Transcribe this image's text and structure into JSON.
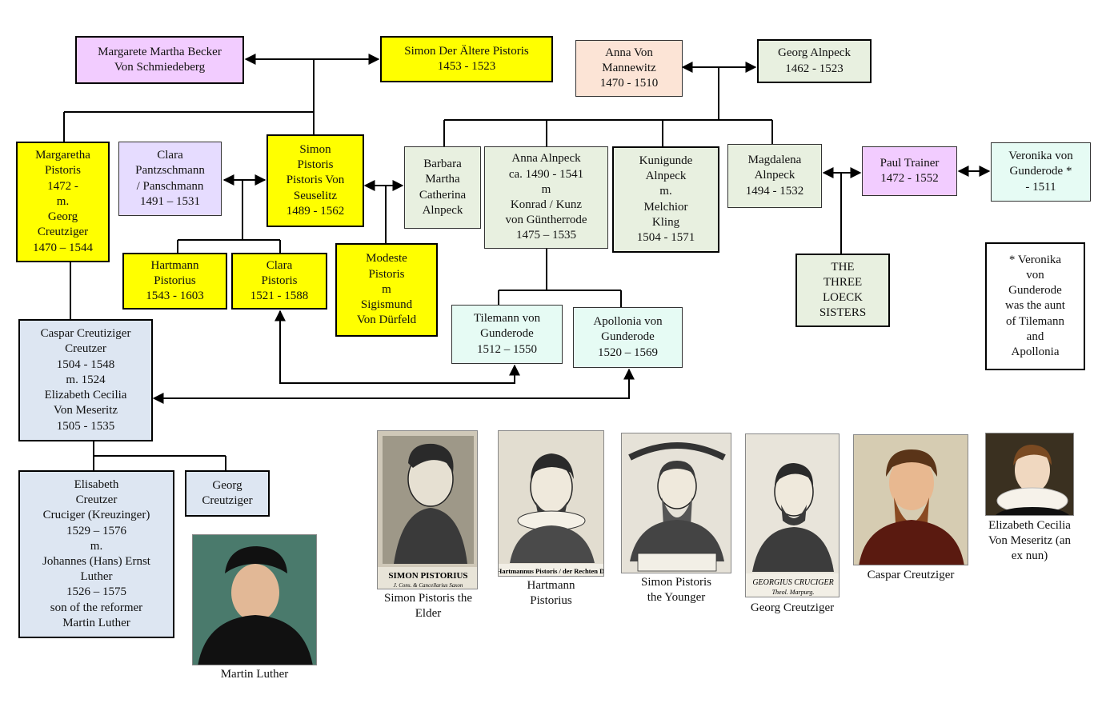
{
  "people": {
    "margarete_becker": "Margarete Martha Becker\nVon Schmiedeberg",
    "simon_elder": "Simon Der Ältere Pistoris\n1453 - 1523",
    "anna_mannewitz": "Anna Von\nMannewitz\n1470 - 1510",
    "georg_alnpeck": "Georg Alnpeck\n1462 - 1523",
    "margaretha_pistoris": "Margaretha\nPistoris\n1472 -\nm.\nGeorg\nCreutziger\n1470 – 1544",
    "clara_pantzschmann": "Clara\nPantzschmann\n/ Panschmann\n1491 – 1531",
    "simon_von_seuselitz": "Simon\nPistoris\nPistoris Von\nSeuselitz\n1489 - 1562",
    "barbara_alnpeck": "Barbara\nMartha\nCatherina\nAlnpeck",
    "anna_alnpeck": "Anna Alnpeck\nca. 1490 - 1541\nm\nKonrad / Kunz\nvon Güntherrode\n1475 – 1535",
    "kunigunde_alnpeck": "Kunigunde\nAlnpeck\nm.\nMelchior\nKling\n1504 - 1571",
    "magdalena_alnpeck": "Magdalena\nAlnpeck\n1494 - 1532",
    "paul_trainer": "Paul Trainer\n1472 - 1552",
    "veronika_gunderode": "Veronika von\nGunderode *\n- 1511",
    "hartmann_pistorius": "Hartmann\nPistorius\n1543 - 1603",
    "clara_pistoris": "Clara\nPistoris\n1521 - 1588",
    "modeste_pistoris": "Modeste\nPistoris\nm\nSigismund\nVon Dürfeld",
    "three_loeck_sisters": "THE\nTHREE\nLOECK\nSISTERS",
    "veronika_note": "* Veronika\nvon\nGunderode\nwas the aunt\nof Tilemann\nand\nApollonia",
    "caspar_creutziger": "Caspar Creutiziger\nCreutzer\n1504 - 1548\nm. 1524\nElizabeth Cecilia\nVon Meseritz\n1505 - 1535",
    "tilemann_gunderode": "Tilemann von\nGunderode\n1512 – 1550",
    "apollonia_gunderode": "Apollonia von\nGunderode\n1520 – 1569",
    "elisabeth_creutzer": "Elisabeth\nCreutzer\nCruciger (Kreuzinger)\n1529 – 1576\nm.\nJohannes (Hans) Ernst\nLuther\n1526 – 1575\nson of the reformer\nMartin Luther",
    "georg_creutziger": "Georg\nCreutziger"
  },
  "portraits": {
    "simon_elder_caption": "Simon Pistoris the\nElder",
    "simon_elder_inscription": "SIMON PISTORIUS",
    "simon_elder_sub": "J. Cons. & Cancellarius Saxon",
    "hartmann_caption": "Hartmann\nPistorius",
    "hartmann_inscription": "Hartmannus Pistoris / der Rechten D.",
    "simon_younger_caption": "Simon Pistoris\nthe Younger",
    "georg_caption": "Georg Creutziger",
    "georg_inscription": "GEORGIUS CRUCIGER",
    "georg_sub": "Theol. Marpurg.",
    "caspar_caption": "Caspar Creutziger",
    "elizabeth_caption": "Elizabeth Cecilia\nVon Meseritz (an\nex nun)",
    "luther_caption": "Martin Luther"
  },
  "colors": {
    "yellow": "#ffff00",
    "pink": "#f2ccff",
    "lavender": "#e6dcff",
    "peach": "#fce4d6",
    "green": "#e8f0e0",
    "blue": "#dde6f2",
    "mint": "#e6fbf4"
  }
}
